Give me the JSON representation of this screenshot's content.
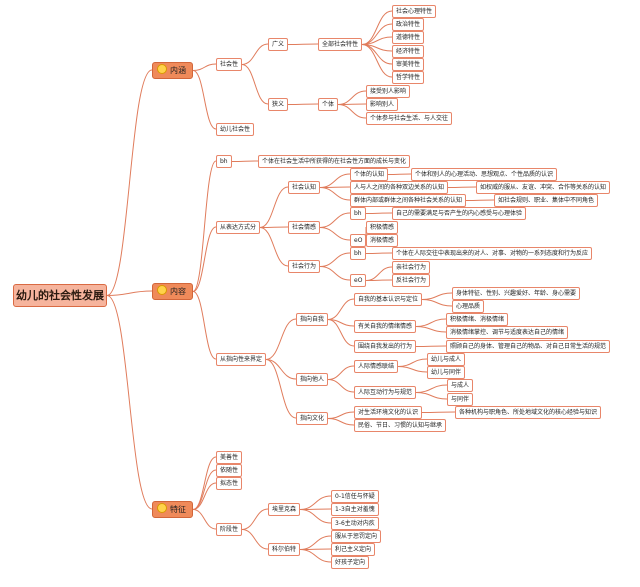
{
  "root": "幼儿的社会性发展",
  "sections": [
    {
      "label": "内涵",
      "icon": "lightbulb-icon",
      "children": [
        {
          "label": "社会性",
          "children": [
            {
              "label": "广义",
              "children": [
                {
                  "label": "全部社会特性",
                  "children": [
                    {
                      "label": "社会心理特性"
                    },
                    {
                      "label": "政治特性"
                    },
                    {
                      "label": "道德特性"
                    },
                    {
                      "label": "经济特性"
                    },
                    {
                      "label": "审美特性"
                    },
                    {
                      "label": "哲学特性"
                    }
                  ]
                }
              ]
            },
            {
              "label": "狭义",
              "children": [
                {
                  "label": "个体",
                  "children": [
                    {
                      "label": "接受别人影响"
                    },
                    {
                      "label": "影响别人"
                    },
                    {
                      "label": "个体参与社会生活、与人交往"
                    }
                  ]
                }
              ]
            }
          ]
        },
        {
          "label": "幼儿社会性"
        }
      ]
    },
    {
      "label": "内容",
      "icon": "globe-icon",
      "children": [
        {
          "label": "bh",
          "children": [
            {
              "label": "个体在社会生活中所获得的在社会性方面的成长与变化"
            }
          ]
        },
        {
          "label": "从表达方式分",
          "children": [
            {
              "label": "社会认知",
              "children": [
                {
                  "label": "个体的认知",
                  "children": [
                    {
                      "label": "个体和别人的心理活动、思想观点、个性品质的认识"
                    }
                  ]
                },
                {
                  "label": "人与人之间的各种双边关系的认知",
                  "children": [
                    {
                      "label": "如权威的服从、友谊、冲突、合作等关系的认知"
                    }
                  ]
                },
                {
                  "label": "群体内部或群体之间各种社会关系的认知",
                  "children": [
                    {
                      "label": "如社会规则、职业、集体中不同角色"
                    }
                  ]
                }
              ]
            },
            {
              "label": "社会情感",
              "children": [
                {
                  "label": "bh",
                  "children": [
                    {
                      "label": "自己的需要满足与否产生的内心感受与心理体验"
                    }
                  ]
                },
                {
                  "label": "eO",
                  "children": [
                    {
                      "label": "积极情感"
                    },
                    {
                      "label": "消极情感"
                    }
                  ]
                }
              ]
            },
            {
              "label": "社会行为",
              "children": [
                {
                  "label": "bh",
                  "children": [
                    {
                      "label": "个体在人际交往中表现出来的对人、对事、对物的一系列态度和行为反应"
                    }
                  ]
                },
                {
                  "label": "eO",
                  "children": [
                    {
                      "label": "亲社会行为"
                    },
                    {
                      "label": "反社会行为"
                    }
                  ]
                }
              ]
            }
          ]
        },
        {
          "label": "从指向性来界定",
          "children": [
            {
              "label": "指向自我",
              "children": [
                {
                  "label": "自我的基本认识与定位",
                  "children": [
                    {
                      "label": "身体特征、性别、兴趣爱好、年龄、身心需要"
                    },
                    {
                      "label": "心理品质"
                    }
                  ]
                },
                {
                  "label": "有关自我的情绪情感",
                  "children": [
                    {
                      "label": "积极情绪、消极情绪"
                    },
                    {
                      "label": "消极情绪掌控、调节与适度表达自己的情绪"
                    }
                  ]
                },
                {
                  "label": "围绕自我发出的行为",
                  "children": [
                    {
                      "label": "照顾自己的身体、管理自己的物品、对自己日常生活的规范"
                    }
                  ]
                }
              ]
            },
            {
              "label": "指向他人",
              "children": [
                {
                  "label": "人际情感联结",
                  "children": [
                    {
                      "label": "幼儿与成人"
                    },
                    {
                      "label": "幼儿与同伴"
                    }
                  ]
                },
                {
                  "label": "人际互动行为与规范",
                  "children": [
                    {
                      "label": "与成人"
                    },
                    {
                      "label": "与同伴"
                    }
                  ]
                }
              ]
            },
            {
              "label": "指向文化",
              "children": [
                {
                  "label": "对生活环境文化的认识",
                  "children": [
                    {
                      "label": "各种机构与职角色、所处地域文化的核心经验与知识"
                    }
                  ]
                },
                {
                  "label": "民俗、节日、习惯的认知与继承"
                }
              ]
            }
          ]
        }
      ]
    },
    {
      "label": "特征",
      "icon": "tag-icon",
      "children": [
        {
          "label": "美善性"
        },
        {
          "label": "依随性"
        },
        {
          "label": "拟态性"
        },
        {
          "label": "阶段性",
          "children": [
            {
              "label": "埃里克森",
              "children": [
                {
                  "label": "0-1信任与怀疑"
                },
                {
                  "label": "1-3自主对羞愧"
                },
                {
                  "label": "3-6主动对内疚"
                }
              ]
            },
            {
              "label": "科尔伯特",
              "children": [
                {
                  "label": "服从于惩罚定向"
                },
                {
                  "label": "利己主义定向"
                },
                {
                  "label": "好孩子定向"
                }
              ]
            }
          ]
        }
      ]
    }
  ],
  "colors": {
    "line": "#e07c5c",
    "node_border": "#e8866a",
    "root_fill": "#f6b49d",
    "category_fill": "#ef8a5a"
  }
}
